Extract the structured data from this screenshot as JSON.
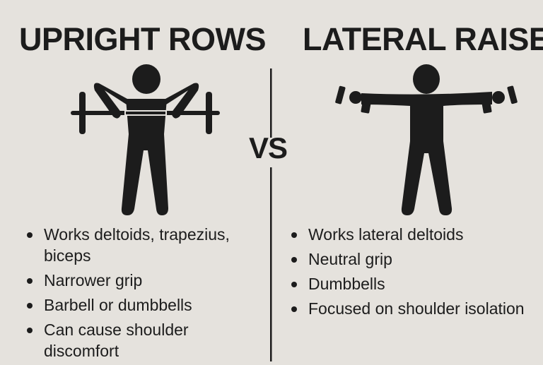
{
  "left": {
    "title": "UPRIGHT ROWS",
    "bullets": [
      "Works deltoids, trapezius, biceps",
      "Narrower grip",
      "Barbell or dumbbells",
      "Can cause shoulder discomfort"
    ]
  },
  "right": {
    "title": "LATERAL RAISE",
    "bullets": [
      "Works lateral deltoids",
      "Neutral grip",
      "Dumbbells",
      "Focused on shoulder isolation"
    ]
  },
  "vs_label": "VS",
  "colors": {
    "background": "#e5e2dd",
    "ink": "#1c1c1c"
  }
}
